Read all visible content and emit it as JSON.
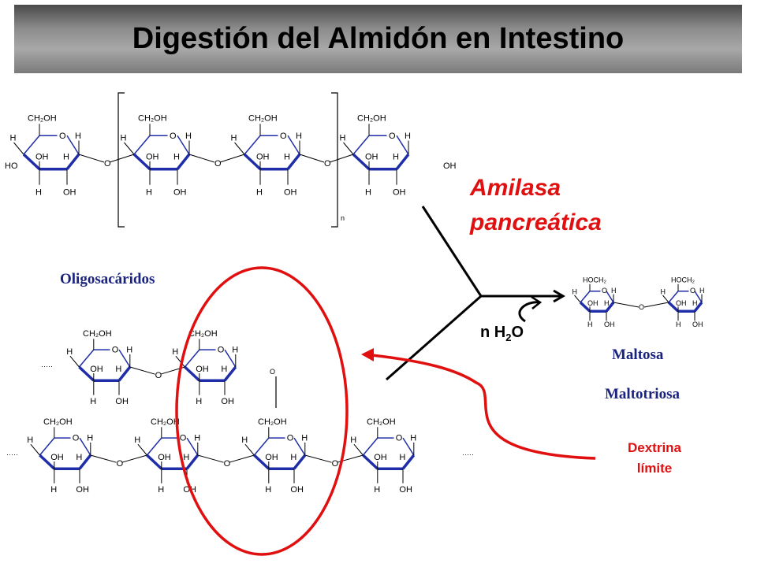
{
  "title": "Digestión del Almidón en Intestino",
  "enzyme": {
    "line1": "Amilasa",
    "line2": "pancreática"
  },
  "water": {
    "prefix": "n H",
    "sub": "2",
    "suffix": "O"
  },
  "labels": {
    "oligosaccharides": "Oligosacáridos",
    "maltose": "Maltosa",
    "maltotriose": "Maltotriosa",
    "dextrin_line1": "Dextrina",
    "dextrin_line2": "límite"
  },
  "chem": {
    "ch2oh": "CH₂OH",
    "hoch2": "HOCH₂",
    "ch2": "CH₂",
    "ring_o": "O",
    "link_o": "O",
    "oh": "OH",
    "ho": "HO",
    "h": "H",
    "repeat_n": "n",
    "dots": "·····"
  },
  "colors": {
    "ring_bond": "#1f2ea8",
    "enzyme_text": "#e01010",
    "circle": "#e01010",
    "label_blue": "#1a237e",
    "title_text": "#000000"
  }
}
